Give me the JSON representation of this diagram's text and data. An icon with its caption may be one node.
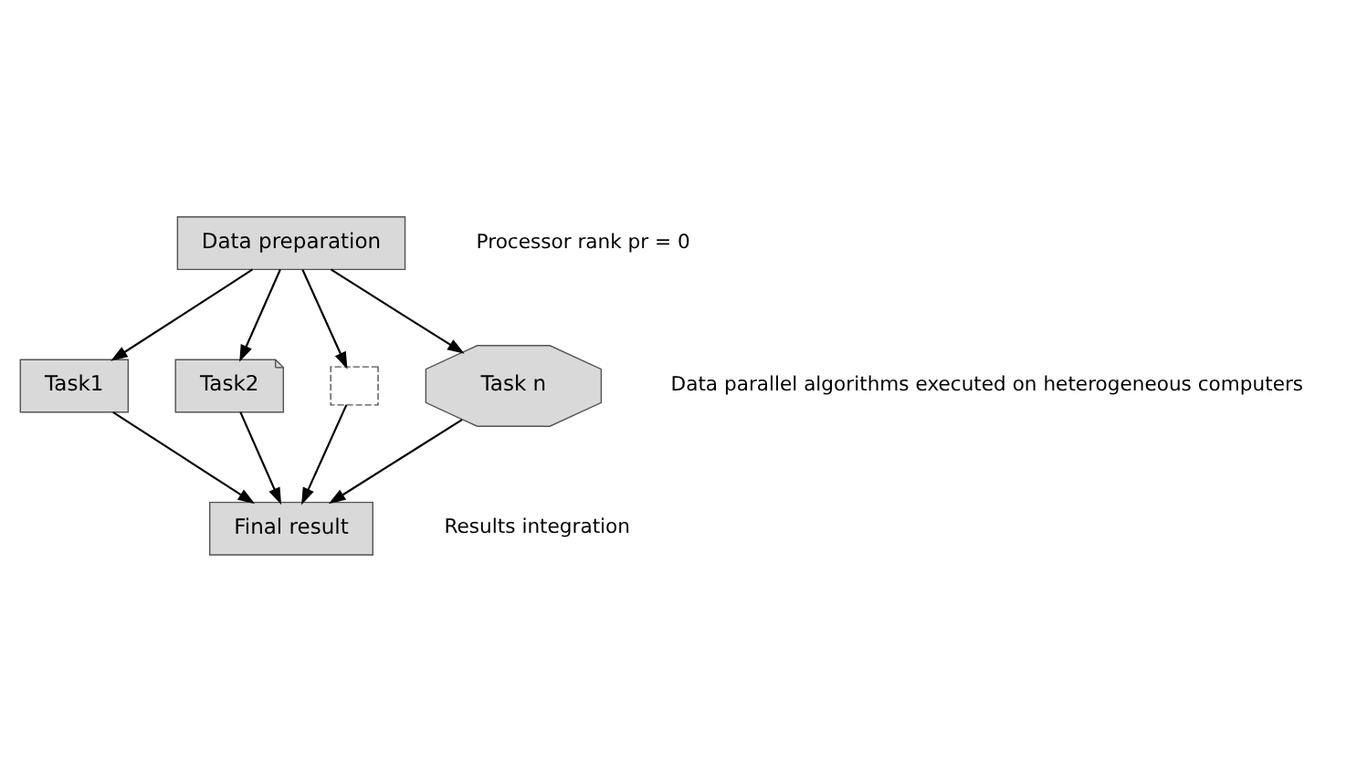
{
  "diagram": {
    "nodes": [
      {
        "text": [
          "Data preparation"
        ]
      },
      {
        "text": [
          "Task1"
        ]
      },
      {
        "text": [
          "Task2"
        ]
      },
      {
        "text": [],
        "shape": "dashes"
      },
      {
        "text": [
          "Task n"
        ]
      },
      {
        "text": [
          "Final result"
        ]
      }
    ],
    "edges": [
      {
        "from": 0,
        "to": 1,
        "arrow": "to"
      },
      {
        "from": 0,
        "to": 2,
        "arrow": "to"
      },
      {
        "from": 0,
        "to": 3,
        "arrow": "to"
      },
      {
        "from": 0,
        "to": 4,
        "arrow": "to"
      },
      {
        "from": 1,
        "to": 5,
        "arrow": "to"
      },
      {
        "from": 2,
        "to": 5,
        "arrow": "to"
      },
      {
        "from": 3,
        "to": 5,
        "arrow": "to"
      },
      {
        "from": 4,
        "to": 5,
        "arrow": "to"
      }
    ],
    "labels": [
      "Processor rank pr = 0",
      "Data parallel algorithms executed on heterogeneous computers",
      "Results integration"
    ]
  }
}
